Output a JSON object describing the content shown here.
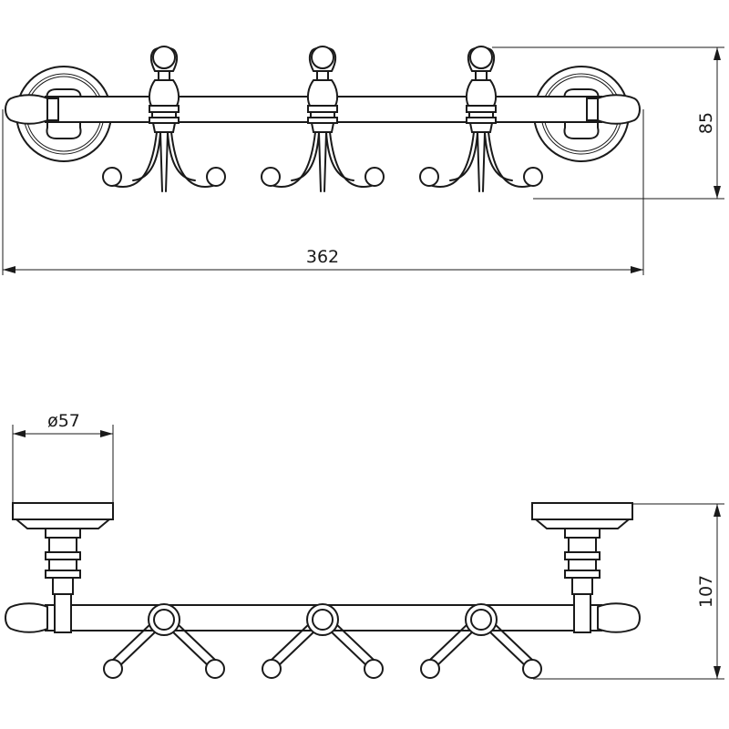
{
  "dimensions": {
    "overall_length": "362",
    "front_height": "85",
    "rosette_diameter": "ø57",
    "depth": "107"
  },
  "colors": {
    "line": "#1a1a1a",
    "background": "#ffffff"
  }
}
